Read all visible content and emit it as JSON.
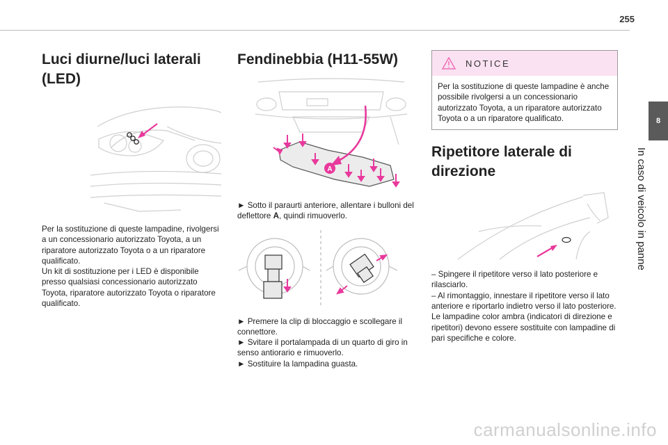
{
  "header": {
    "page_number": "255"
  },
  "side": {
    "tab_number": "8",
    "chapter_title": "In caso di veicolo in panne"
  },
  "col1": {
    "title": "Luci diurne/luci laterali (LED)",
    "body": [
      "Per la sostituzione di queste lampadine, rivolgersi a un concessionario autorizzato Toyota, a un riparatore autorizzato Toyota o a un riparatore qualificato.",
      "Un kit di sostituzione per i LED è disponibile presso qualsiasi concessionario autorizzato Toyota, riparatore autorizzato Toyota o riparatore qualificato."
    ]
  },
  "col2": {
    "title": "Fendinebbia (H11-55W)",
    "callout_label": "A",
    "step1_prefix": "► Sotto il paraurti anteriore, allentare i bulloni del deflettore ",
    "step1_bold": "A",
    "step1_suffix": ", quindi rimuoverlo.",
    "steps": [
      "► Premere la clip di bloccaggio e scollegare il connettore.",
      "► Svitare il portalampada di un quarto di giro in senso antiorario e rimuoverlo.",
      "► Sostituire la lampadina guasta."
    ]
  },
  "col3": {
    "notice_title": "NOTICE",
    "notice_body": "Per la sostituzione di queste lampadine è anche possibile rivolgersi a un concessionario autorizzato Toyota, a un riparatore autorizzato Toyota o a un riparatore qualificato.",
    "title": "Ripetitore laterale di direzione",
    "body": [
      "– Spingere il ripetitore verso il lato posteriore e rilasciarlo.",
      "– Al rimontaggio, innestare il ripetitore verso il lato anteriore e riportarlo indietro verso il lato posteriore.",
      "Le lampadine color ambra (indicatori di direzione e ripetitori) devono essere sostituite con lampadine di pari specifiche e colore."
    ]
  },
  "colors": {
    "accent_pink": "#e8399c",
    "notice_bg": "#fbe2f2",
    "tab_grey": "#5a5a5a"
  },
  "watermark": "carmanualsonline.info"
}
